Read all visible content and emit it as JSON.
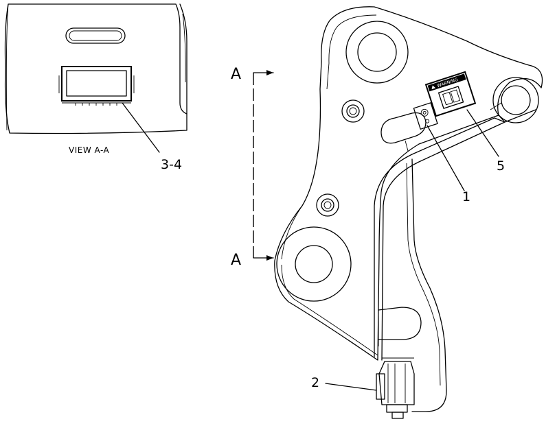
{
  "view_label": "VIEW A-A",
  "section_markers": {
    "top": "A",
    "bottom": "A"
  },
  "callouts": [
    {
      "id": "1",
      "text": "1"
    },
    {
      "id": "2",
      "text": "2"
    },
    {
      "id": "3-4",
      "text": "3-4"
    },
    {
      "id": "5",
      "text": "5"
    }
  ],
  "decal_5_header": "WARNING"
}
